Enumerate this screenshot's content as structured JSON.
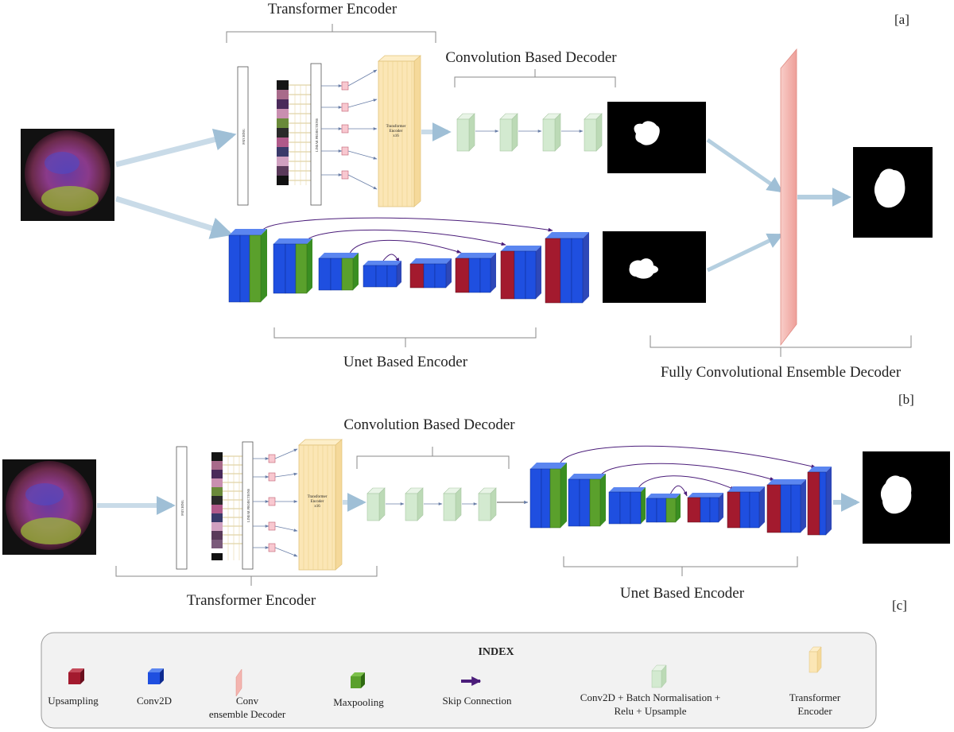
{
  "labels": {
    "a": "[a]",
    "b": "[b]",
    "c": "[c]",
    "transformer_encoder": "Transformer Encoder",
    "conv_decoder": "Convolution Based Decoder",
    "unet_encoder": "Unet Based Encoder",
    "ensemble_decoder": "Fully Convolutional Ensemble Decoder",
    "patching": "PATCHING",
    "linear_projections": "LINEAR PROJECTIONS",
    "transformer_block_line1": "Transformer",
    "transformer_block_line2": "Encoder",
    "transformer_block_line3": "x16"
  },
  "index": {
    "title": "INDEX",
    "items": {
      "upsampling": "Upsampling",
      "conv2d": "Conv2D",
      "conv_ensemble_1": "Conv",
      "conv_ensemble_2": "ensemble Decoder",
      "maxpooling": "Maxpooling",
      "skip": "Skip Connection",
      "bn_1": "Conv2D + Batch Normalisation +",
      "bn_2": "Relu + Upsample",
      "te_1": "Transformer",
      "te_2": "Encoder"
    }
  },
  "colors": {
    "upsampling": "#a31a2e",
    "conv2d": "#1f4fe0",
    "maxpooling": "#5aa02c",
    "skip": "#4b1d7a",
    "ensemble": "#f4b5b0",
    "bn_block": "#d3ead0",
    "transformer": "#fbe6b5",
    "arrow": "#b3cde0"
  }
}
